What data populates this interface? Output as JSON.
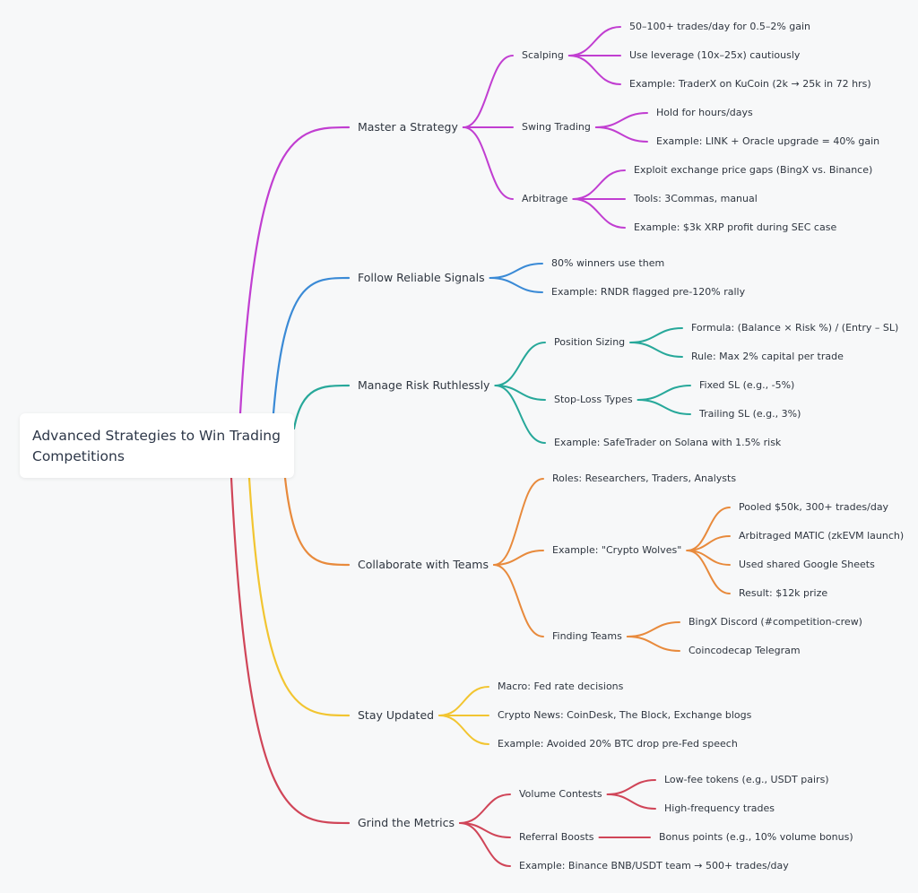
{
  "root": {
    "label": "Advanced Strategies to Win Trading Competitions"
  },
  "branches": [
    {
      "key": "master",
      "label": "Master a Strategy",
      "color": "#c13ed1",
      "children": [
        {
          "key": "scalping",
          "label": "Scalping",
          "children": [
            {
              "label": "50–100+ trades/day for 0.5–2% gain"
            },
            {
              "label": "Use leverage (10x–25x) cautiously"
            },
            {
              "label": "Example: TraderX on KuCoin (2k → 25k in 72 hrs)"
            }
          ]
        },
        {
          "key": "swing",
          "label": "Swing Trading",
          "children": [
            {
              "label": "Hold for hours/days"
            },
            {
              "label": "Example: LINK + Oracle upgrade = 40% gain"
            }
          ]
        },
        {
          "key": "arbitrage",
          "label": "Arbitrage",
          "children": [
            {
              "label": "Exploit exchange price gaps (BingX vs. Binance)"
            },
            {
              "label": "Tools: 3Commas, manual"
            },
            {
              "label": "Example: $3k XRP profit during SEC case"
            }
          ]
        }
      ]
    },
    {
      "key": "signals",
      "label": "Follow Reliable Signals",
      "color": "#3a8ad6",
      "children": [
        {
          "label": "80% winners use them"
        },
        {
          "label": "Example: RNDR flagged pre-120% rally"
        }
      ]
    },
    {
      "key": "risk",
      "label": "Manage Risk Ruthlessly",
      "color": "#27a89a",
      "children": [
        {
          "key": "sizing",
          "label": "Position Sizing",
          "children": [
            {
              "label": "Formula: (Balance × Risk %) / (Entry – SL)"
            },
            {
              "label": "Rule: Max 2% capital per trade"
            }
          ]
        },
        {
          "key": "stoploss",
          "label": "Stop-Loss Types",
          "children": [
            {
              "label": "Fixed SL (e.g., -5%)"
            },
            {
              "label": "Trailing SL (e.g., 3%)"
            }
          ]
        },
        {
          "label": "Example: SafeTrader on Solana with 1.5% risk"
        }
      ]
    },
    {
      "key": "teams",
      "label": "Collaborate with Teams",
      "color": "#e88a3c",
      "children": [
        {
          "label": "Roles: Researchers, Traders, Analysts"
        },
        {
          "key": "wolves",
          "label": "Example: \"Crypto Wolves\"",
          "children": [
            {
              "label": "Pooled $50k, 300+ trades/day"
            },
            {
              "label": "Arbitraged MATIC (zkEVM launch)"
            },
            {
              "label": "Used shared Google Sheets"
            },
            {
              "label": "Result: $12k prize"
            }
          ]
        },
        {
          "key": "finding",
          "label": "Finding Teams",
          "children": [
            {
              "label": "BingX Discord (#competition-crew)"
            },
            {
              "label": "Coincodecap Telegram"
            }
          ]
        }
      ]
    },
    {
      "key": "updated",
      "label": "Stay Updated",
      "color": "#f2c531",
      "children": [
        {
          "label": "Macro: Fed rate decisions"
        },
        {
          "label": "Crypto News: CoinDesk, The Block, Exchange blogs"
        },
        {
          "label": "Example: Avoided 20% BTC drop pre-Fed speech"
        }
      ]
    },
    {
      "key": "metrics",
      "label": "Grind the Metrics",
      "color": "#d04558",
      "children": [
        {
          "key": "volume",
          "label": "Volume Contests",
          "children": [
            {
              "label": "Low-fee tokens (e.g., USDT pairs)"
            },
            {
              "label": "High-frequency trades"
            }
          ]
        },
        {
          "key": "referral",
          "label": "Referral Boosts",
          "children": [
            {
              "label": "Bonus points (e.g., 10% volume bonus)"
            }
          ]
        },
        {
          "label": "Example: Binance BNB/USDT team → 500+ trades/day"
        }
      ]
    }
  ]
}
